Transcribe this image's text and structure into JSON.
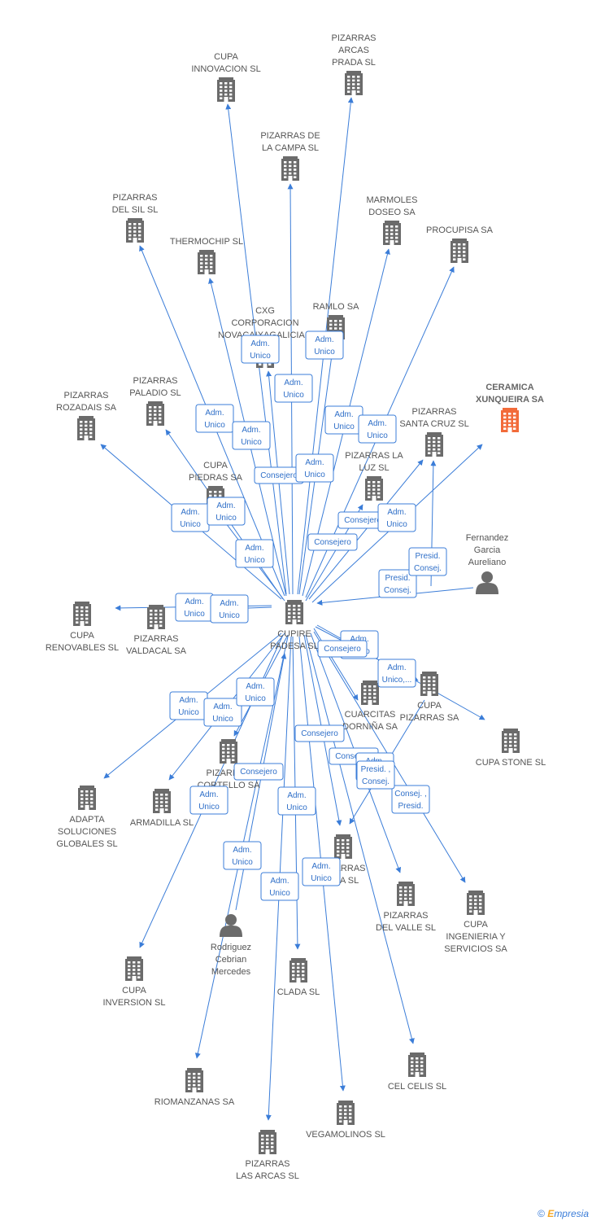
{
  "nodes": [
    {
      "id": "cupire",
      "label": [
        "CUPIRE",
        "PADESA SL"
      ],
      "type": "company"
    },
    {
      "id": "ceramica",
      "label": [
        "CERAMICA",
        "XUNQUEIRA SA"
      ],
      "type": "company",
      "focus": true
    },
    {
      "id": "innovacion",
      "label": [
        "CUPA",
        "INNOVACION SL"
      ],
      "type": "company"
    },
    {
      "id": "arcas_prada",
      "label": [
        "PIZARRAS",
        "ARCAS",
        "PRADA SL"
      ],
      "type": "company"
    },
    {
      "id": "la_campa",
      "label": [
        "PIZARRAS DE",
        "LA CAMPA SL"
      ],
      "type": "company"
    },
    {
      "id": "del_sil",
      "label": [
        "PIZARRAS",
        "DEL SIL SL"
      ],
      "type": "company"
    },
    {
      "id": "thermochip",
      "label": [
        "THERMOCHIP SL"
      ],
      "type": "company"
    },
    {
      "id": "marmoles",
      "label": [
        "MARMOLES",
        "DOSEO SA"
      ],
      "type": "company"
    },
    {
      "id": "procupisa",
      "label": [
        "PROCUPISA SA"
      ],
      "type": "company"
    },
    {
      "id": "cxg",
      "label": [
        "CXG",
        "CORPORACION",
        "NOVACAIXAGALICIA..."
      ],
      "type": "company"
    },
    {
      "id": "ramlo",
      "label": [
        "RAMLO SA"
      ],
      "type": "company"
    },
    {
      "id": "rozadais",
      "label": [
        "PIZARRAS",
        "ROZADAIS SA"
      ],
      "type": "company"
    },
    {
      "id": "paladio",
      "label": [
        "PIZARRAS",
        "PALADIO SL"
      ],
      "type": "company"
    },
    {
      "id": "santa_cruz",
      "label": [
        "PIZARRAS",
        "SANTA CRUZ SL"
      ],
      "type": "company"
    },
    {
      "id": "la_luz",
      "label": [
        "PIZARRAS LA",
        "LUZ SL"
      ],
      "type": "company"
    },
    {
      "id": "piedras",
      "label": [
        "CUPA",
        "PIEDRAS SA"
      ],
      "type": "company"
    },
    {
      "id": "fernandez",
      "label": [
        "Fernandez",
        "Garcia",
        "Aureliano"
      ],
      "type": "person"
    },
    {
      "id": "renovables",
      "label": [
        "CUPA",
        "RENOVABLES SL"
      ],
      "type": "company"
    },
    {
      "id": "valdacal",
      "label": [
        "PIZARRAS",
        "VALDACAL SA"
      ],
      "type": "company"
    },
    {
      "id": "cupa_pizarras",
      "label": [
        "CUPA",
        "PIZARRAS SA"
      ],
      "type": "company"
    },
    {
      "id": "cuarcitas",
      "label": [
        "CUARCITAS",
        "DORNIÑA SA"
      ],
      "type": "company"
    },
    {
      "id": "cupa_stone",
      "label": [
        "CUPA STONE SL"
      ],
      "type": "company"
    },
    {
      "id": "adapta",
      "label": [
        "ADAPTA",
        "SOLUCIONES",
        "GLOBALES  SL"
      ],
      "type": "company"
    },
    {
      "id": "armadilla",
      "label": [
        "ARMADILLA SL"
      ],
      "type": "company"
    },
    {
      "id": "cortello",
      "label": [
        "PIZARRAS",
        "CORTELLO SA"
      ],
      "type": "company"
    },
    {
      "id": "pizarras_eda",
      "label": [
        "PIZARRAS",
        "EDA  SL"
      ],
      "type": "company"
    },
    {
      "id": "del_valle",
      "label": [
        "PIZARRAS",
        "DEL VALLE SL"
      ],
      "type": "company"
    },
    {
      "id": "ingenieria",
      "label": [
        "CUPA",
        "INGENIERIA Y",
        "SERVICIOS SA"
      ],
      "type": "company"
    },
    {
      "id": "rodriguez",
      "label": [
        "Rodriguez",
        "Cebrian",
        "Mercedes"
      ],
      "type": "person"
    },
    {
      "id": "inversion",
      "label": [
        "CUPA",
        "INVERSION SL"
      ],
      "type": "company"
    },
    {
      "id": "clada",
      "label": [
        "CLADA SL"
      ],
      "type": "company"
    },
    {
      "id": "cel_celis",
      "label": [
        "CEL CELIS SL"
      ],
      "type": "company"
    },
    {
      "id": "riomanzanas",
      "label": [
        "RIOMANZANAS SA"
      ],
      "type": "company"
    },
    {
      "id": "vegamolinos",
      "label": [
        "VEGAMOLINOS SL"
      ],
      "type": "company"
    },
    {
      "id": "las_arcas",
      "label": [
        "PIZARRAS",
        "LAS ARCAS SL"
      ],
      "type": "company"
    }
  ],
  "edges": [
    {
      "from": "cupire",
      "to": "innovacion",
      "label": [
        "Adm.",
        "Unico"
      ]
    },
    {
      "from": "cupire",
      "to": "arcas_prada",
      "label": [
        "Adm.",
        "Unico"
      ]
    },
    {
      "from": "cupire",
      "to": "la_campa",
      "label": [
        "Adm.",
        "Unico"
      ]
    },
    {
      "from": "cupire",
      "to": "del_sil",
      "label": [
        "Adm.",
        "Unico"
      ]
    },
    {
      "from": "cupire",
      "to": "thermochip",
      "label": [
        "Adm.",
        "Unico"
      ]
    },
    {
      "from": "cupire",
      "to": "marmoles",
      "label": [
        "Adm.",
        "Unico"
      ]
    },
    {
      "from": "cupire",
      "to": "procupisa",
      "label": [
        "Adm.",
        "Unico"
      ]
    },
    {
      "from": "cupire",
      "to": "cxg",
      "label": [
        "Consejero"
      ]
    },
    {
      "from": "cupire",
      "to": "ramlo",
      "label": [
        "Adm.",
        "Unico"
      ]
    },
    {
      "from": "cupire",
      "to": "rozadais",
      "label": [
        "Adm.",
        "Unico"
      ]
    },
    {
      "from": "cupire",
      "to": "paladio",
      "label": [
        "Adm.",
        "Unico"
      ]
    },
    {
      "from": "cupire",
      "to": "santa_cruz",
      "label": [
        "Consejero"
      ]
    },
    {
      "from": "cupire",
      "to": "la_luz",
      "label": [
        "Consejero"
      ]
    },
    {
      "from": "cupire",
      "to": "piedras",
      "label": [
        "Adm.",
        "Unico"
      ]
    },
    {
      "from": "cupire",
      "to": "ceramica",
      "label": [
        "Adm.",
        "Unico"
      ]
    },
    {
      "from": "fernandez",
      "to": "cupire",
      "label": [
        "Presid.",
        "Consej."
      ]
    },
    {
      "from": "fernandez",
      "to": "santa_cruz",
      "label": [
        "Presid.",
        "Consej."
      ]
    },
    {
      "from": "cupire",
      "to": "renovables",
      "label": [
        "Adm.",
        "Unico"
      ]
    },
    {
      "from": "cupire",
      "to": "valdacal",
      "label": [
        "Adm.",
        "Unico"
      ]
    },
    {
      "from": "cupire",
      "to": "cupa_pizarras",
      "label": [
        "Adm.",
        "Unico,..."
      ]
    },
    {
      "from": "cupire",
      "to": "cupa_stone",
      "label": [
        "Adm.",
        "Unico"
      ]
    },
    {
      "from": "cupire",
      "to": "cuarcitas",
      "label": [
        "Consejero"
      ]
    },
    {
      "from": "cupire",
      "to": "adapta",
      "label": [
        "Adm.",
        "Unico"
      ]
    },
    {
      "from": "cupire",
      "to": "armadilla",
      "label": [
        "Adm.",
        "Unico"
      ]
    },
    {
      "from": "cupire",
      "to": "cortello",
      "label": [
        "Adm.",
        "Unico"
      ]
    },
    {
      "from": "cupire",
      "to": "pizarras_eda",
      "label": [
        "Consejero"
      ]
    },
    {
      "from": "cupire",
      "to": "del_valle",
      "label": [
        "Adm.",
        "Unico"
      ]
    },
    {
      "from": "cupire",
      "to": "ingenieria",
      "label": [
        "Consej. ,",
        "Presid."
      ]
    },
    {
      "from": "cupire",
      "to": "inversion",
      "label": [
        "Adm.",
        "Unico"
      ]
    },
    {
      "from": "cupire",
      "to": "clada",
      "label": [
        "Adm.",
        "Unico"
      ]
    },
    {
      "from": "cupire",
      "to": "cel_celis",
      "label": [
        "Consejero"
      ]
    },
    {
      "from": "cupire",
      "to": "riomanzanas",
      "label": [
        "Adm.",
        "Unico"
      ]
    },
    {
      "from": "cupire",
      "to": "vegamolinos",
      "label": [
        "Adm.",
        "Unico"
      ]
    },
    {
      "from": "cupire",
      "to": "las_arcas",
      "label": [
        "Adm.",
        "Unico"
      ]
    },
    {
      "from": "rodriguez",
      "to": "cupire",
      "label": [
        "Consejero"
      ]
    },
    {
      "from": "cupa_pizarras",
      "to": "pizarras_eda",
      "label": [
        "Presid. ,",
        "Consej."
      ]
    }
  ],
  "colors": {
    "edge": "#3b7dd8",
    "company_icon": "#6b6b6b",
    "focus_icon": "#f26b3a",
    "person_icon": "#6b6b6b"
  },
  "footer": {
    "copyright": "©",
    "brand_first": "E",
    "brand_rest": "mpresia"
  }
}
